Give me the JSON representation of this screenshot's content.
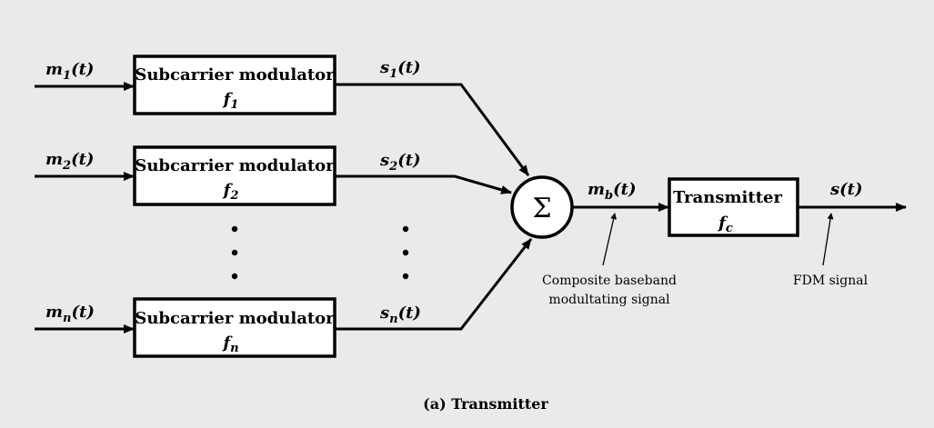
{
  "inputs": [
    {
      "base": "m",
      "sub": "1",
      "arg": "(t)"
    },
    {
      "base": "m",
      "sub": "2",
      "arg": "(t)"
    },
    {
      "base": "m",
      "sub": "n",
      "arg": "(t)"
    }
  ],
  "modulators": [
    {
      "label": "Subcarrier modulator",
      "freq": "f",
      "sub": "1"
    },
    {
      "label": "Subcarrier modulator",
      "freq": "f",
      "sub": "2"
    },
    {
      "label": "Subcarrier modulator",
      "freq": "f",
      "sub": "n"
    }
  ],
  "outputs": [
    {
      "base": "s",
      "sub": "1",
      "arg": "(t)"
    },
    {
      "base": "s",
      "sub": "2",
      "arg": "(t)"
    },
    {
      "base": "s",
      "sub": "n",
      "arg": "(t)"
    }
  ],
  "summer": {
    "symbol": "Σ"
  },
  "baseband": {
    "base": "m",
    "sub": "b",
    "arg": "(t)"
  },
  "baseband_note": [
    "Composite baseband",
    "modultating signal"
  ],
  "transmitter": {
    "label": "Transmitter",
    "freq": "f",
    "sub": "c"
  },
  "output_signal": {
    "base": "s",
    "arg": "(t)"
  },
  "output_note": "FDM signal",
  "caption": "(a) Transmitter"
}
